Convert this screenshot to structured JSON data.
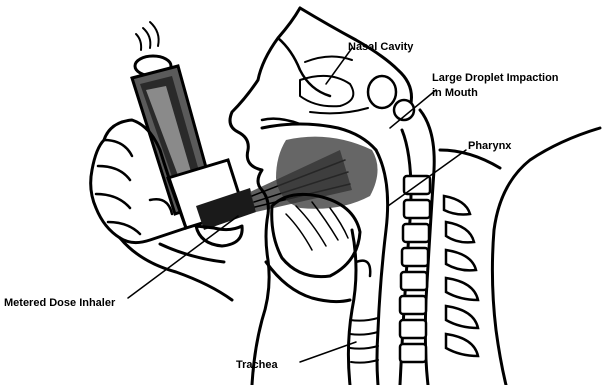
{
  "labels": {
    "nasal_cavity": "Nasal Cavity",
    "large_droplet_line1": "Large Droplet Impaction",
    "large_droplet_line2": "in Mouth",
    "pharynx": "Pharynx",
    "metered_dose_inhaler": "Metered Dose Inhaler",
    "trachea": "Trachea"
  },
  "colors": {
    "ink": "#000000",
    "background": "#ffffff"
  }
}
